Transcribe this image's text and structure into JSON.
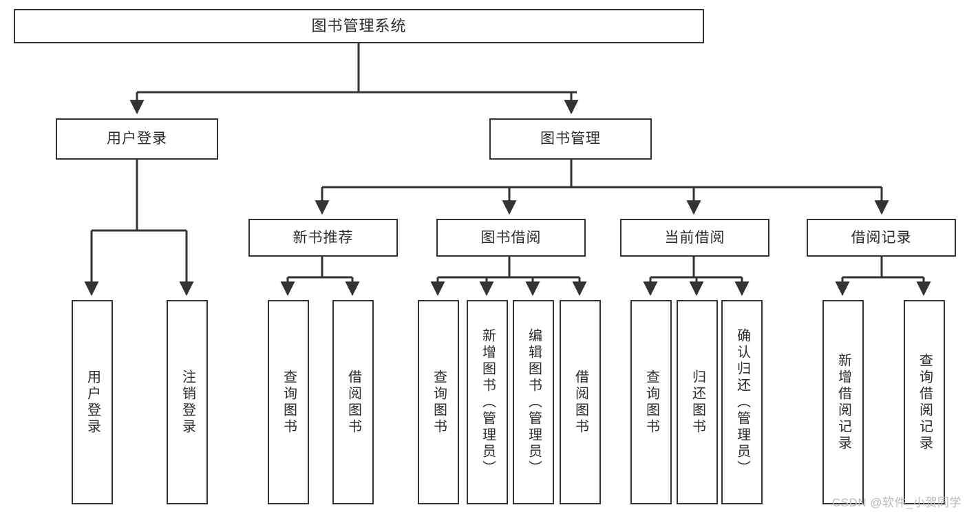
{
  "diagram": {
    "title": "图书管理系统",
    "watermark": "CSDN @软件_小贺同学",
    "colors": {
      "stroke": "#333333",
      "fill": "#ffffff",
      "text": "#2b2b2b",
      "watermark": "#b9b9b9"
    },
    "nodes": {
      "root": {
        "label": "图书管理系统"
      },
      "level1": [
        {
          "label": "用户登录"
        },
        {
          "label": "图书管理"
        }
      ],
      "level2": [
        {
          "label": "新书推荐"
        },
        {
          "label": "图书借阅"
        },
        {
          "label": "当前借阅"
        },
        {
          "label": "借阅记录"
        }
      ],
      "leaves": {
        "user_login": [
          {
            "label": "用户登录"
          },
          {
            "label": "注销登录"
          }
        ],
        "new_book": [
          {
            "label": "查询图书"
          },
          {
            "label": "借阅图书"
          }
        ],
        "book_borrow": [
          {
            "label": "查询图书"
          },
          {
            "label": "新增图书（管理员）"
          },
          {
            "label": "编辑图书（管理员）"
          },
          {
            "label": "借阅图书"
          }
        ],
        "current_borrow": [
          {
            "label": "查询图书"
          },
          {
            "label": "归还图书"
          },
          {
            "label": "确认归还（管理员）"
          }
        ],
        "borrow_record": [
          {
            "label": "新增借阅记录"
          },
          {
            "label": "查询借阅记录"
          }
        ]
      }
    }
  }
}
